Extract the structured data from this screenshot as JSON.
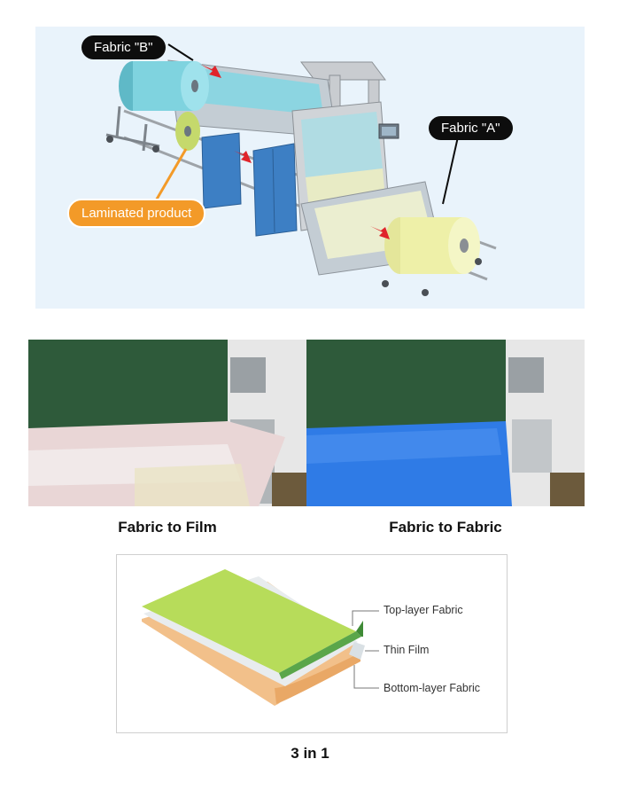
{
  "machine": {
    "callout_fabric_b": "Fabric \"B\"",
    "callout_fabric_a": "Fabric \"A\"",
    "callout_laminated": "Laminated product",
    "colors": {
      "panel_bg": "#e9f3fb",
      "fabric_b": "#7fd3df",
      "fabric_a": "#eef0a8",
      "laminated": "#d8e88a",
      "cabinet": "#3d7fc4",
      "frame": "#b9bdc2",
      "arrow": "#e0242b",
      "callout_dark": "#0d0d0d",
      "callout_orange": "#f39a28"
    }
  },
  "photos": {
    "left_caption": "Fabric to Film",
    "right_caption": "Fabric to Fabric",
    "colors": {
      "belt": "#2e5a3a",
      "film": "#e9d6d6",
      "fabric_blue": "#2f7be6"
    }
  },
  "layers": {
    "top_label": "Top-layer Fabric",
    "middle_label": "Thin Film",
    "bottom_label": "Bottom-layer Fabric",
    "caption": "3 in 1",
    "colors": {
      "top": "#b7dc5a",
      "film": "#e8ecee",
      "bottom": "#f2c08a",
      "edge_green": "#5aa64a"
    }
  }
}
